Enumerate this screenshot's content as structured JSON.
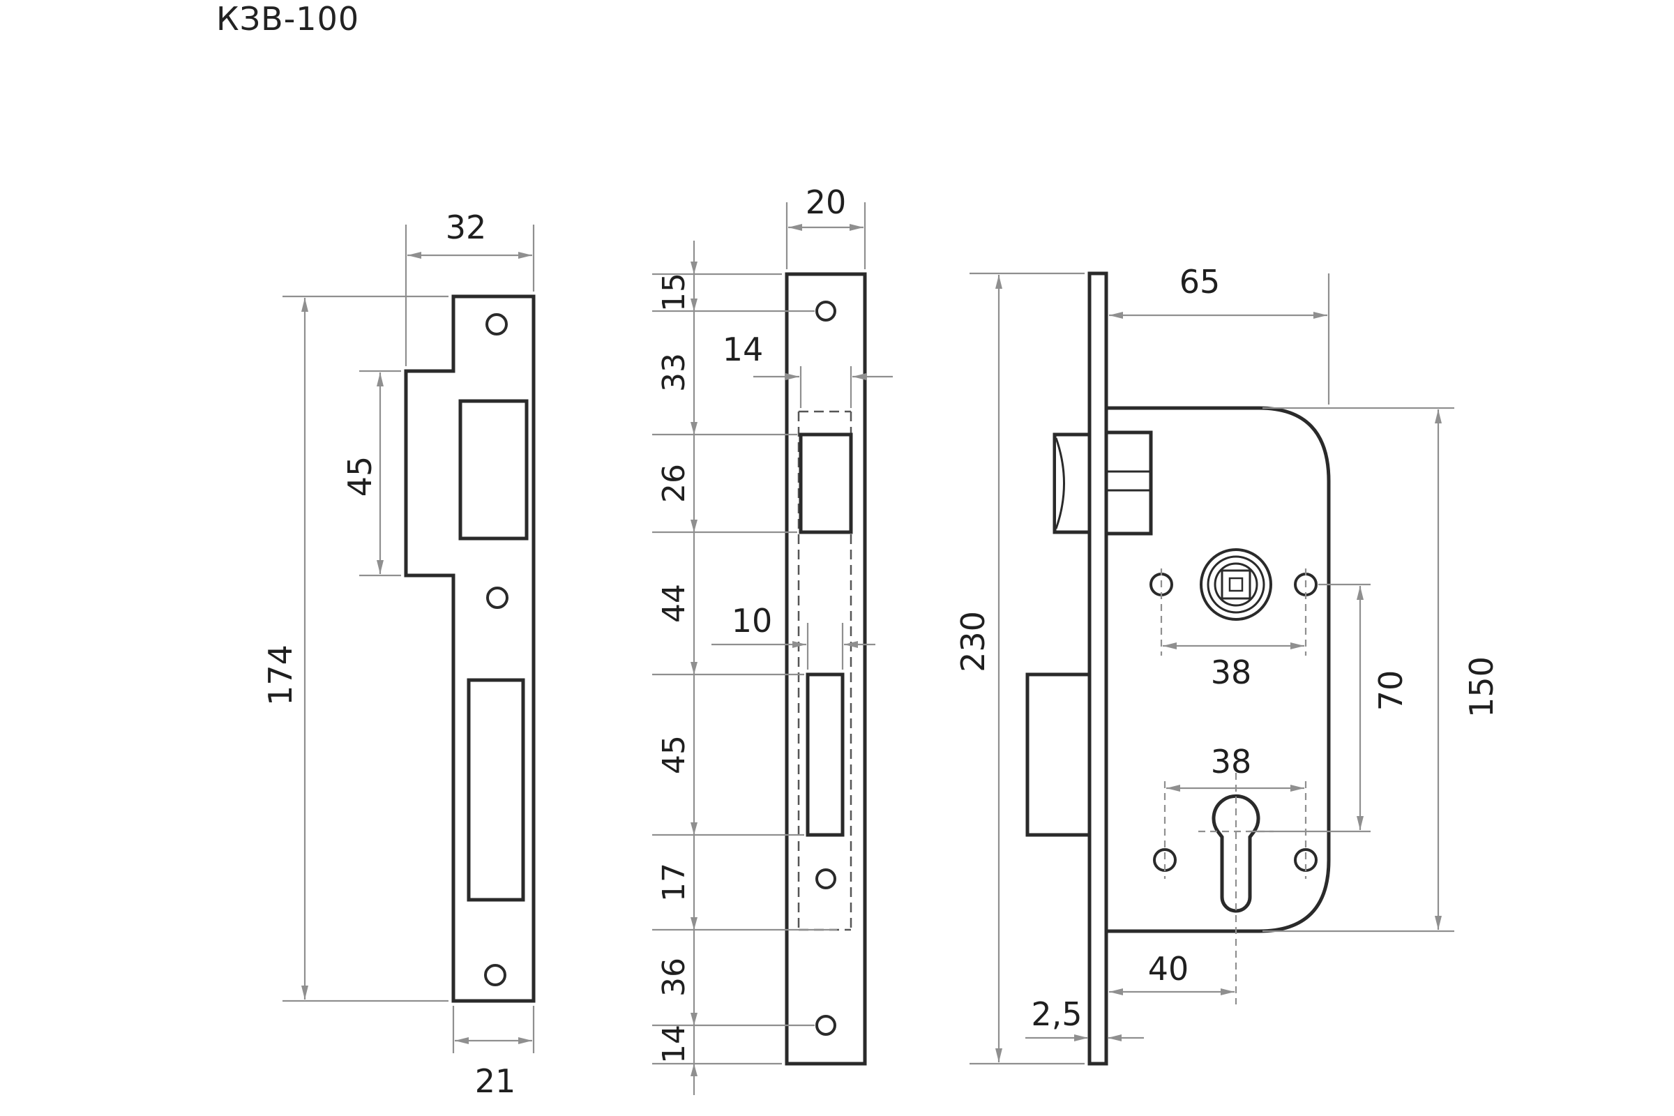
{
  "title": "КЗВ-100",
  "dimensions": {
    "strike_plate": {
      "width": "32",
      "recess": "45",
      "height": "174",
      "base": "21"
    },
    "faceplate": {
      "width": "20",
      "bolt_width": "14",
      "latch_width": "10",
      "segments": [
        "15",
        "33",
        "26",
        "44",
        "45",
        "17",
        "36",
        "14"
      ]
    },
    "lock_body": {
      "backset": "65",
      "total_height": "230",
      "spindle_holes": "38",
      "center_distance": "70",
      "body_height": "150",
      "cylinder_holes": "38",
      "cylinder_offset": "40",
      "faceplate_thickness": "2,5"
    }
  }
}
